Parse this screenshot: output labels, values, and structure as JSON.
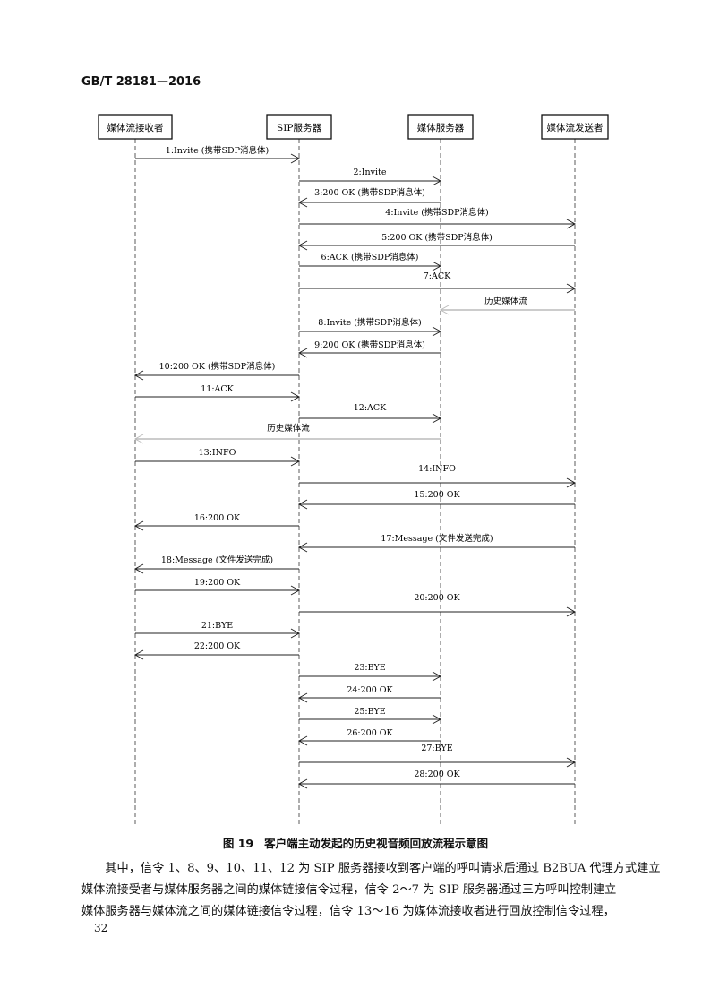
{
  "header": "GB/T 28181—2016",
  "participants": [
    "媒体流接收者",
    "SIP服务器",
    "媒体服务器",
    "媒体流发送者"
  ],
  "messages": [
    {
      "label": "1:Invite (携带SDP消息体)",
      "from": 0,
      "to": 1
    },
    {
      "label": "2:Invite",
      "from": 1,
      "to": 2
    },
    {
      "label": "3:200 OK (携带SDP消息体)",
      "from": 2,
      "to": 1
    },
    {
      "label": "4:Invite (携带SDP消息体)",
      "from": 1,
      "to": 3
    },
    {
      "label": "5:200 OK (携带SDP消息体)",
      "from": 3,
      "to": 1
    },
    {
      "label": "6:ACK (携带SDP消息体)",
      "from": 1,
      "to": 2
    },
    {
      "label": "7:ACK",
      "from": 1,
      "to": 3
    },
    {
      "label": "历史媒体流",
      "from": 3,
      "to": 2,
      "stream": true
    },
    {
      "label": "8:Invite (携带SDP消息体)",
      "from": 1,
      "to": 2
    },
    {
      "label": "9:200 OK (携带SDP消息体)",
      "from": 2,
      "to": 1
    },
    {
      "label": "10:200 OK (携带SDP消息体)",
      "from": 1,
      "to": 0
    },
    {
      "label": "11:ACK",
      "from": 0,
      "to": 1
    },
    {
      "label": "12:ACK",
      "from": 1,
      "to": 2
    },
    {
      "label": "历史媒体流",
      "from": 2,
      "to": 0,
      "stream": true
    },
    {
      "label": "13:INFO",
      "from": 0,
      "to": 1
    },
    {
      "label": "14:INFO",
      "from": 1,
      "to": 3
    },
    {
      "label": "15:200 OK",
      "from": 3,
      "to": 1
    },
    {
      "label": "16:200 OK",
      "from": 1,
      "to": 0
    },
    {
      "label": "17:Message (文件发送完成)",
      "from": 3,
      "to": 1
    },
    {
      "label": "18:Message (文件发送完成)",
      "from": 1,
      "to": 0
    },
    {
      "label": "19:200 OK",
      "from": 0,
      "to": 1
    },
    {
      "label": "20:200 OK",
      "from": 1,
      "to": 3
    },
    {
      "label": "21:BYE",
      "from": 0,
      "to": 1
    },
    {
      "label": "22:200 OK",
      "from": 1,
      "to": 0
    },
    {
      "label": "23:BYE",
      "from": 1,
      "to": 2
    },
    {
      "label": "24:200 OK",
      "from": 2,
      "to": 1
    },
    {
      "label": "25:BYE",
      "from": 1,
      "to": 2
    },
    {
      "label": "26:200 OK",
      "from": 2,
      "to": 1
    },
    {
      "label": "27:BYE",
      "from": 1,
      "to": 3
    },
    {
      "label": "28:200 OK",
      "from": 3,
      "to": 1
    }
  ],
  "caption": {
    "number": "图 19",
    "title": "客户端主动发起的历史视音频回放流程示意图"
  },
  "body": [
    "　　其中，信令 1、8、9、10、11、12 为 SIP 服务器接收到客户端的呼叫请求后通过 B2BUA 代理方式建立",
    "媒体流接受者与媒体服务器之间的媒体链接信令过程，信令 2～7 为 SIP 服务器通过三方呼叫控制建立",
    "媒体服务器与媒体流之间的媒体链接信令过程，信令 13～16 为媒体流接收者进行回放控制信令过程，"
  ],
  "page_number": "32"
}
